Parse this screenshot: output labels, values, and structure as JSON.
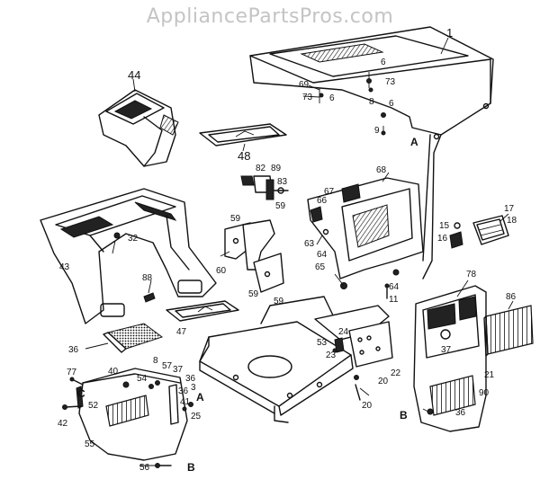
{
  "watermark": "AppliancePartsPros.com",
  "callouts": {
    "c1": "1",
    "c6a": "6",
    "c73a": "73",
    "c69": "69",
    "c73b": "73",
    "c6b": "6",
    "c8": "8",
    "c6c": "6",
    "c9": "9",
    "cA1": "A",
    "c44": "44",
    "c48": "48",
    "c82": "82",
    "c89": "89",
    "c83": "83",
    "c68": "68",
    "c67": "67",
    "c66": "66",
    "c59a": "59",
    "c17": "17",
    "c18": "18",
    "c15": "15",
    "c16": "16",
    "c59b": "59",
    "c63": "63",
    "c64a": "64",
    "c65": "65",
    "c32": "32",
    "c60": "60",
    "c59c": "59",
    "c59d": "59",
    "c88": "88",
    "c43": "43",
    "c78": "78",
    "c86": "86",
    "c11": "11",
    "c64b": "64",
    "c47": "47",
    "c36a": "36",
    "c24": "24",
    "c53": "53",
    "c23": "23",
    "c37a": "37",
    "c22": "22",
    "c21": "21",
    "c77": "77",
    "c40": "40",
    "c8b": "8",
    "c57": "57",
    "c37b": "37",
    "c36b": "36",
    "c3": "3",
    "c54": "54",
    "c36c": "36",
    "cA2": "A",
    "cC": "C",
    "c52": "52",
    "c41": "41",
    "c25": "25",
    "c20a": "20",
    "c20b": "20",
    "c90": "90",
    "c42": "42",
    "cB1": "B",
    "c36d": "36",
    "c55": "55",
    "c56": "56",
    "cB2": "B"
  }
}
